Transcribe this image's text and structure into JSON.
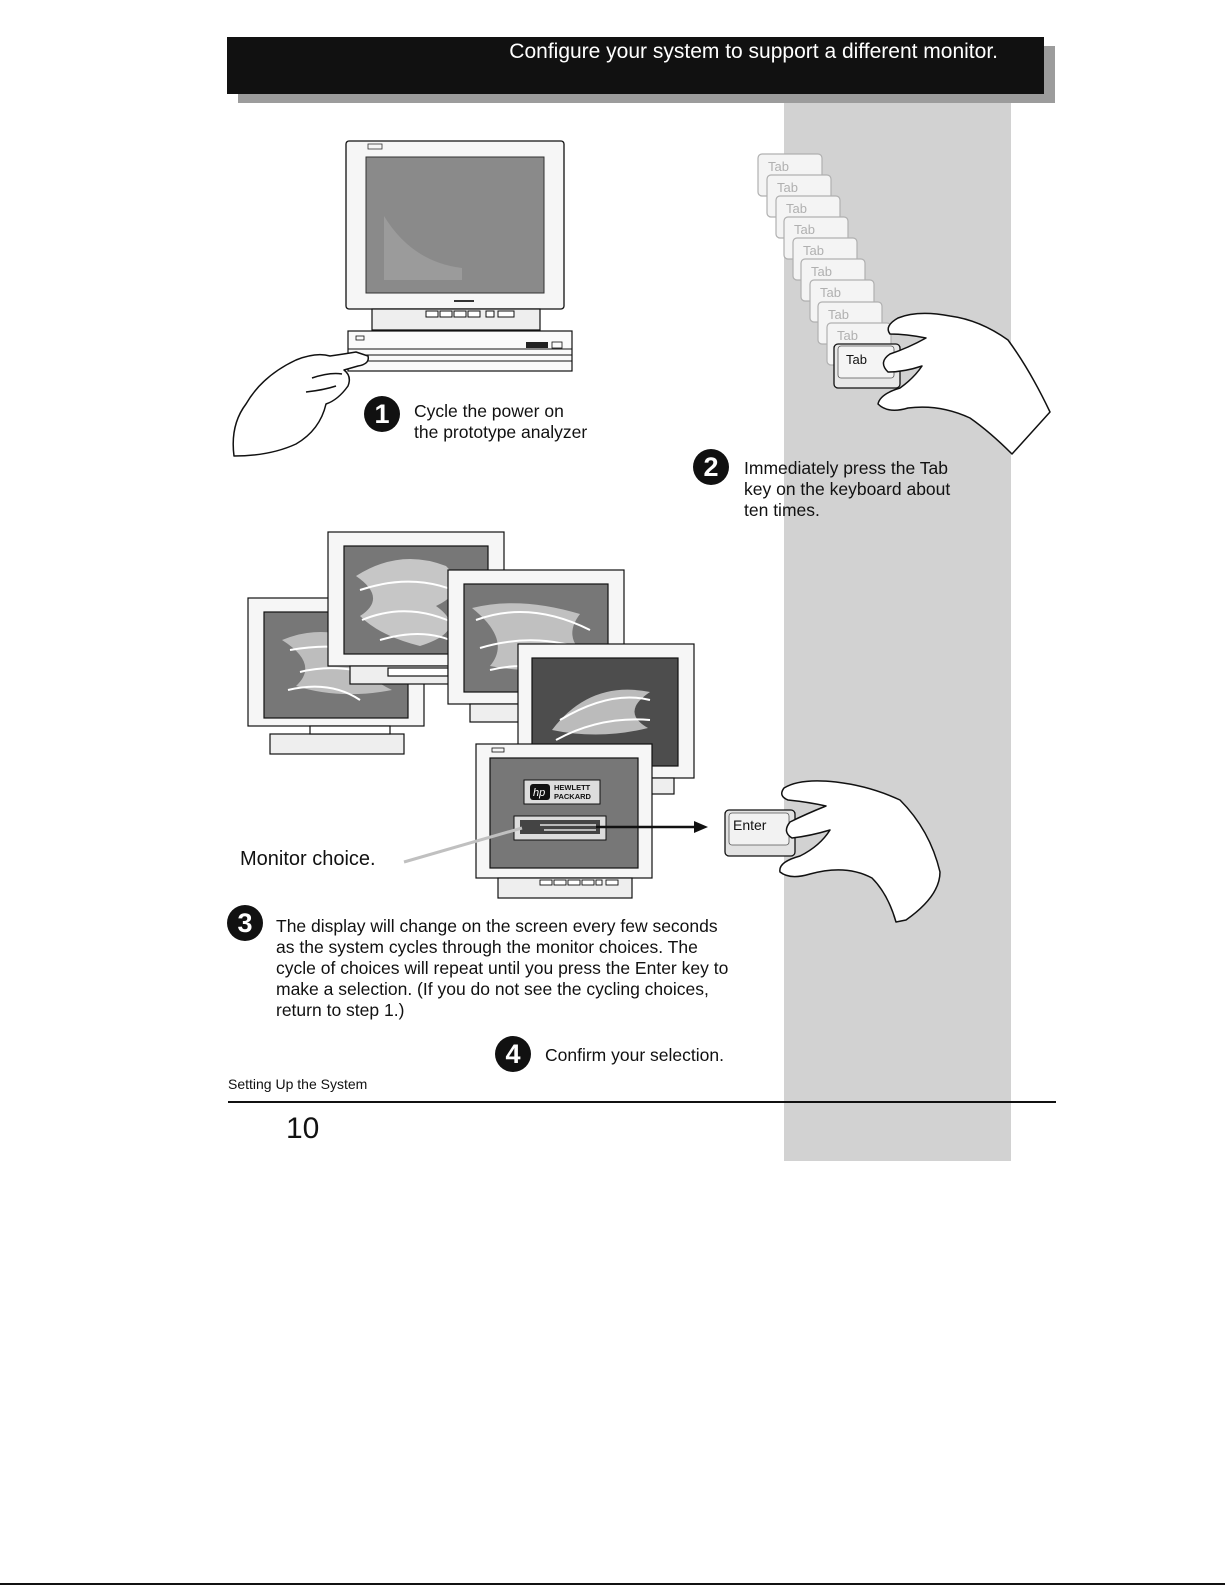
{
  "header": {
    "title": "Configure your system to support a different monitor."
  },
  "steps": [
    {
      "number": "1",
      "text": "Cycle the power on\nthe prototype analyzer"
    },
    {
      "number": "2",
      "text": "Immediately press the Tab\nkey on the keyboard about\nten times."
    },
    {
      "number": "3",
      "text": " The display will change on the screen every few seconds\nas the system cycles through the monitor choices. The\ncycle of choices will repeat until you press the Enter key to\nmake a selection. (If you do not see the cycling choices,\nreturn to step 1.)"
    },
    {
      "number": "4",
      "text": "Confirm your selection."
    }
  ],
  "illustration": {
    "callout": "Monitor choice.",
    "tab_key_label": "Tab",
    "enter_key_label": "Enter",
    "logo_line1": "HEWLETT",
    "logo_line2": "PACKARD",
    "logo_mark": "hp"
  },
  "footer": {
    "section": "Setting Up the System",
    "page_number": "10"
  },
  "colors": {
    "header_bg": "#111111",
    "column_gray": "#d2d2d2",
    "screen_gray": "#777777"
  },
  "icons": [
    "hand-pointing-icon",
    "hand-pressing-key-icon",
    "monitor-icon",
    "hp-logo-icon"
  ]
}
